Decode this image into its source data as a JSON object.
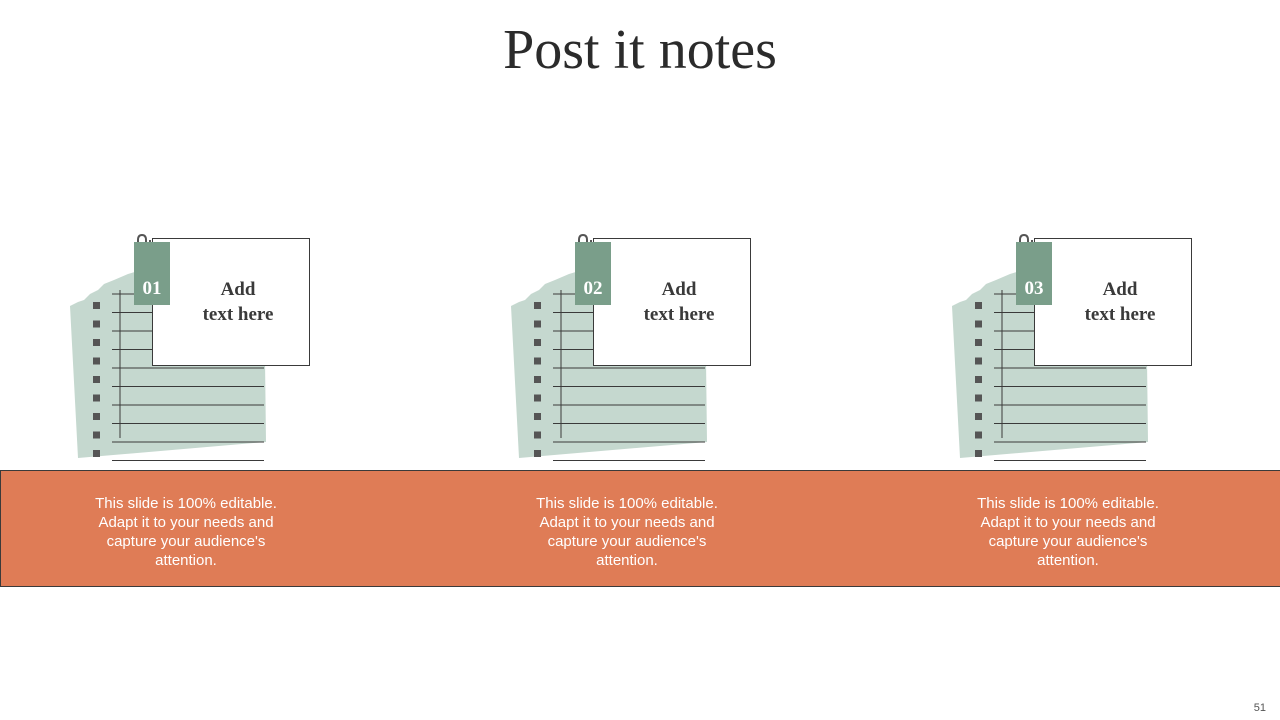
{
  "slide": {
    "title": "Post it notes",
    "page_number": "51"
  },
  "colors": {
    "accent_green": "#7a9e8a",
    "paper_green": "#c5d8cf",
    "band_orange": "#df7c56",
    "square_gray": "#555555"
  },
  "icons": [
    "paperclip-icon",
    "notebook-paper-icon"
  ],
  "notes": [
    {
      "number": "01",
      "heading_line1": "Add",
      "heading_line2": "text here",
      "description": "This slide is 100% editable. Adapt it to your needs and capture your audience's attention."
    },
    {
      "number": "02",
      "heading_line1": "Add",
      "heading_line2": "text here",
      "description": "This slide is 100% editable. Adapt it to your needs and capture your audience's attention."
    },
    {
      "number": "03",
      "heading_line1": "Add",
      "heading_line2": "text here",
      "description": "This slide is 100% editable. Adapt it to your needs and capture your audience's attention."
    }
  ]
}
